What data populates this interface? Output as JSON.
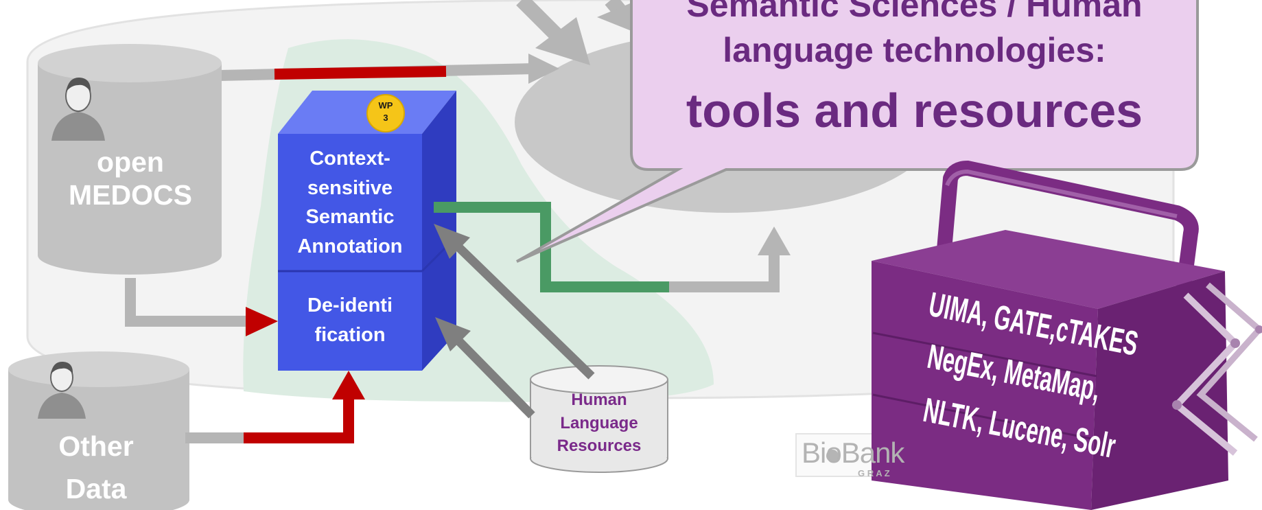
{
  "colors": {
    "grey_store": "#bdbdbd",
    "blue_box": "#3d50e0",
    "purple": "#7b2c83",
    "callout_bg": "#eccfee",
    "arrow_red": "#c00000",
    "arrow_green": "#4a9a64",
    "blob_green": "#d8ebe0"
  },
  "stores": {
    "open_medocs": "open\nMEDOCS",
    "other_data": "Other\nData"
  },
  "process": {
    "wp_badge": "WP\n3",
    "annotation": "Context-\nsensitive\nSemantic\nAnnotation",
    "deidentification": "De-identi\nfication"
  },
  "resources": {
    "label": "Human\nLanguage\nResources"
  },
  "callout": {
    "line1": "Semantic Sciences / Human",
    "line2": "language technologies:",
    "line3": "tools and resources"
  },
  "toolbox": {
    "line1": "UIMA, GATE,cTAKES",
    "line2": "NegEx, MetaMap,",
    "line3": "NLTK, Lucene, Solr"
  },
  "logos": {
    "biobank": "BioBank",
    "graz": "G R A Z"
  },
  "icons": [
    "person-icon",
    "cylinder-icon",
    "arrow-icon",
    "toolbox-icon",
    "speech-bubble-icon"
  ]
}
